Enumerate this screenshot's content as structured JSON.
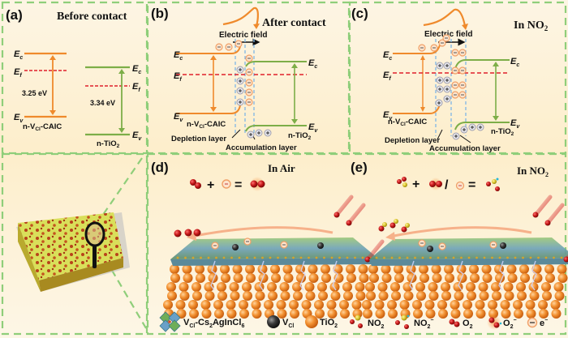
{
  "colors": {
    "frame": "#8fce7a",
    "orange": "#ef8a2c",
    "green": "#7dae48",
    "fermi": "#e0202a",
    "depletion": "#7fb6e6",
    "background": "#fdf1d6"
  },
  "panels": {
    "a": {
      "tag": "(a)",
      "title": "Before contact",
      "left_material": "n-V",
      "left_material_sub": "Cl",
      "left_material_suffix": "-CAIC",
      "left_gap": "3.25 eV",
      "right_material": "n-TiO",
      "right_material_sub": "2",
      "right_gap": "3.34 eV",
      "ec": "E",
      "ec_sub": "c",
      "ef": "E",
      "ef_sub": "f",
      "ev": "E",
      "ev_sub": "v"
    },
    "b": {
      "tag": "(b)",
      "title": "After contact",
      "field_label": "Electric field",
      "left_material": "n-V",
      "left_material_sub": "Cl",
      "left_material_suffix": "-CAIC",
      "right_material": "n-TiO",
      "right_material_sub": "2",
      "depletion": "Depletion layer",
      "accumulation": "Accumulation layer",
      "minus": "−",
      "plus": "+"
    },
    "c": {
      "tag": "(c)",
      "title": "In NO",
      "title_sub": "2",
      "field_label": "Electric field",
      "left_material": "n-V",
      "left_material_sub": "Cl",
      "left_material_suffix": "-CAIC",
      "right_material": "n-TiO",
      "right_material_sub": "2",
      "depletion": "Depletion layer",
      "accumulation": "Accumulation layer"
    },
    "d": {
      "tag": "(d)",
      "title": "In Air",
      "equation": [
        "O2",
        "+",
        "e-",
        "=",
        "O2-"
      ]
    },
    "e": {
      "tag": "(e)",
      "title": "In NO",
      "title_sub": "2",
      "equation": [
        "NO2",
        "+",
        "O2-",
        "/",
        "e-",
        "=",
        "NO2-"
      ]
    }
  },
  "legend": [
    {
      "icon": "perovskite-octahedra-icon",
      "label": "V",
      "sub": "Cl",
      "suffix": "-Cs",
      "sub2": "2",
      "suffix2": "AgInCl",
      "sub3": "6"
    },
    {
      "icon": "vacancy-sphere-icon",
      "label": "V",
      "sub": "Cl"
    },
    {
      "icon": "tio2-sphere-icon",
      "label": "TiO",
      "sub": "2"
    },
    {
      "icon": "no2-molecule-icon",
      "label": "NO",
      "sub": "2"
    },
    {
      "icon": "no2-ion-molecule-icon",
      "label": "NO",
      "sub": "2",
      "sup": "−"
    },
    {
      "icon": "o2-molecule-icon",
      "label": "O",
      "sub": "2"
    },
    {
      "icon": "o2-ion-molecule-icon",
      "label": "O",
      "sub": "2",
      "sup": "−"
    },
    {
      "icon": "electron-icon",
      "label": "e",
      "sup": "−"
    }
  ]
}
